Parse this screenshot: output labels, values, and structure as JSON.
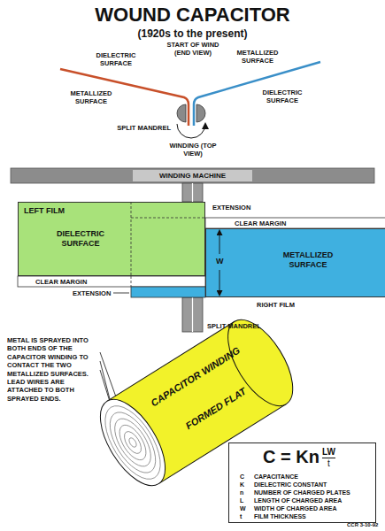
{
  "diagram": {
    "title": "WOUND CAPACITOR",
    "nodes": [
      {
        "text": [
          "WINDING MACHINE"
        ]
      },
      {
        "text": [
          "LEFT FILM",
          "DIELECTRIC SURFACE"
        ]
      },
      {
        "text": [
          "METALLIZED SURFACE"
        ]
      },
      {
        "text": [
          "C = Kn",
          "LW",
          "t",
          "C",
          "CAPACITANCE",
          "K",
          "DIELECTRIC CONSTANT",
          "n",
          "NUMBER OF CHARGED PLATES",
          "L",
          "LENGTH OF CHARGED AREA",
          "W",
          "WIDTH OF CHARGED AREA",
          "t",
          "FILM THICKNESS"
        ]
      }
    ],
    "labels": [
      "(1920s to the present)",
      "START OF WIND (END VIEW)",
      "DIELECTRIC SURFACE",
      "METALLIZED SURFACE",
      "METALLIZED SURFACE",
      "DIELECTRIC SURFACE",
      "SPLIT MANDREL",
      "WINDING (TOP VIEW)",
      "EXTENSION",
      "CLEAR MARGIN",
      "W",
      "CLEAR MARGIN",
      "EXTENSION",
      "RIGHT FILM",
      "SPLIT MANDREL",
      "METAL IS SPRAYED INTO BOTH ENDS OF THE CAPACITOR WINDING TO CONTACT THE TWO METALLIZED SURFACES. LEAD WIRES ARE ATTACHED TO BOTH SPRAYED ENDS.",
      "CAPACITOR WINDING",
      "FORMED FLAT",
      "CCR 3-10-92"
    ]
  }
}
